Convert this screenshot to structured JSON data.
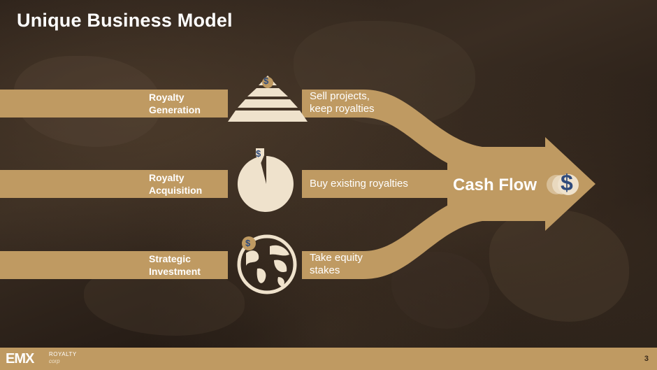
{
  "slide": {
    "title": "Unique Business Model",
    "rows": [
      {
        "label_line1": "Royalty",
        "label_line2": "Generation",
        "icon": "pyramid-icon",
        "desc_line1": "Sell projects,",
        "desc_line2": "keep royalties"
      },
      {
        "label_line1": "Royalty",
        "label_line2": "Acquisition",
        "icon": "pie-chart-icon",
        "desc_line1": "Buy existing royalties",
        "desc_line2": ""
      },
      {
        "label_line1": "Strategic",
        "label_line2": "Investment",
        "icon": "globe-icon",
        "desc_line1": "Take equity",
        "desc_line2": "stakes"
      }
    ],
    "result": "Cash Flow",
    "result_icon": "dollar-icon",
    "dollar_symbol": "$"
  },
  "footer": {
    "logo": "EMX",
    "logo_sub1": "ROYALTY",
    "logo_sub2": "corp",
    "page_number": "3"
  },
  "colors": {
    "gold": "#bf9a62",
    "cream": "#efe2cc",
    "dollar_blue": "#2f4b7c"
  }
}
